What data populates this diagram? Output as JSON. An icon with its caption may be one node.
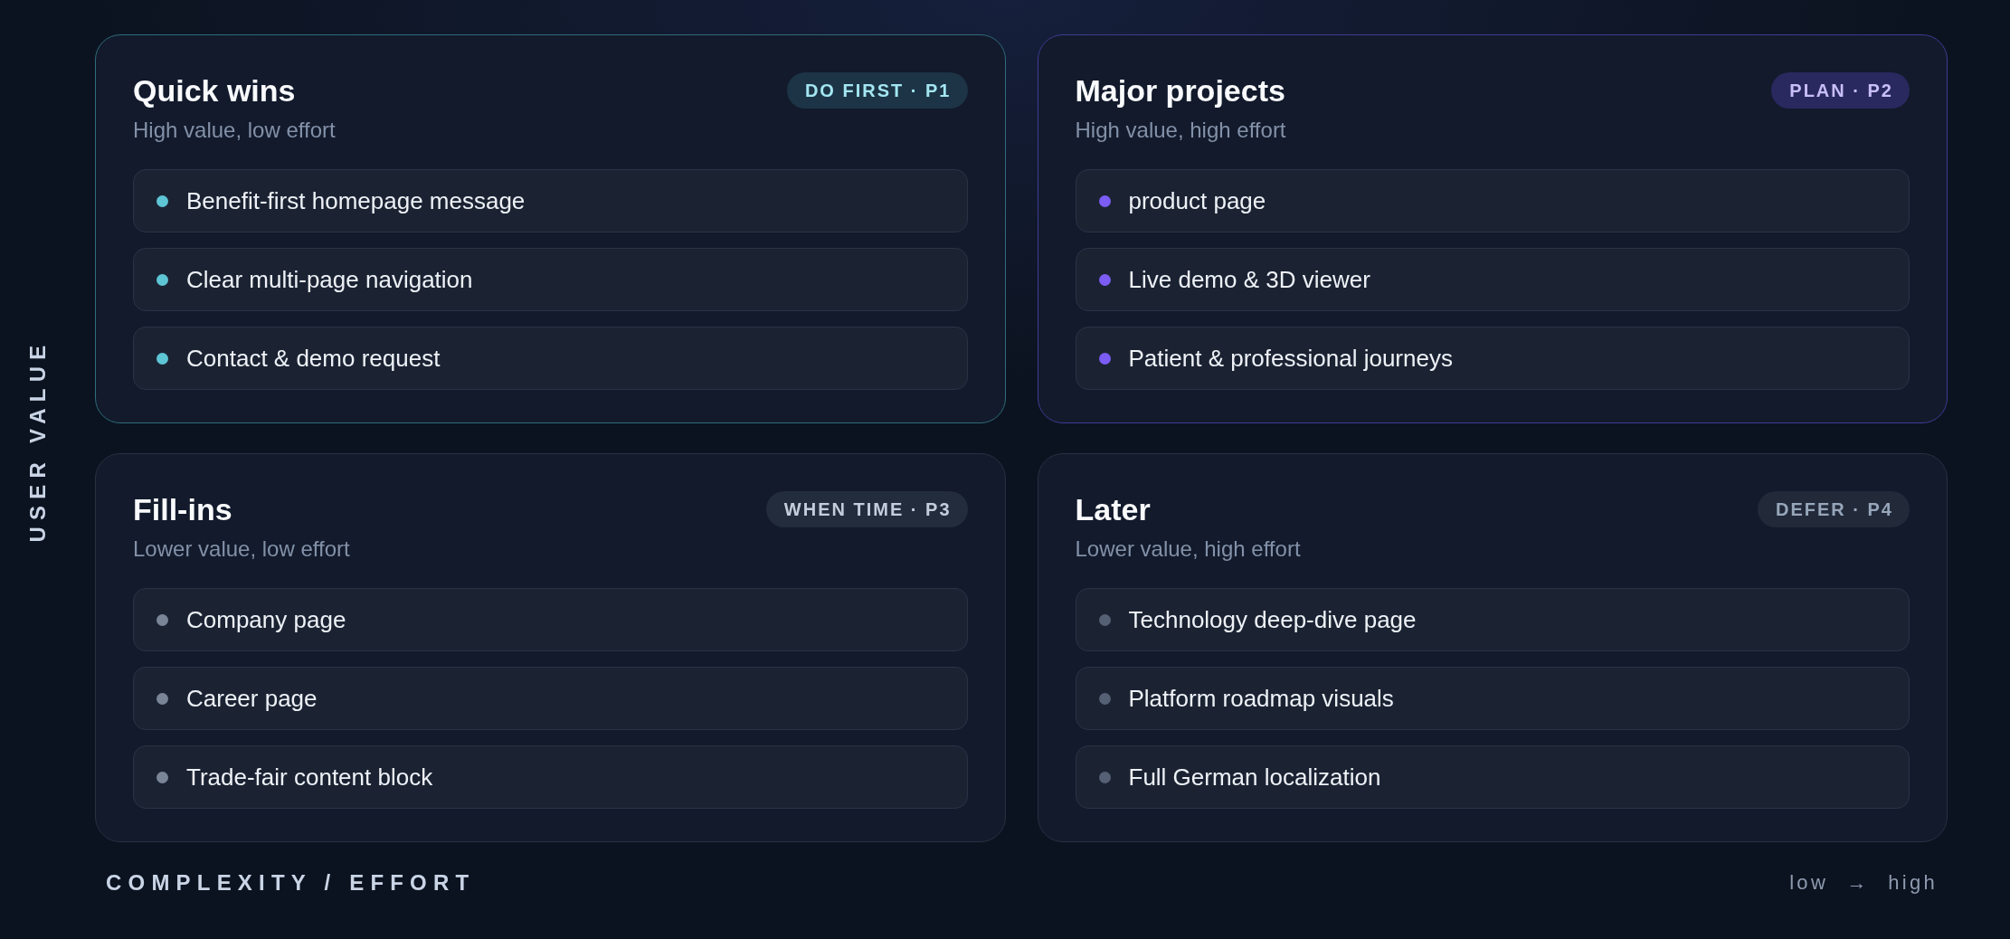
{
  "diagram": {
    "nodes": [
      {
        "text": [
          "Quick wins",
          "High value, low effort"
        ]
      },
      {
        "text": [
          "DO FIRST · P1"
        ],
        "in": 0
      },
      {
        "text": [
          "Benefit-first homepage message"
        ],
        "in": 0
      },
      {
        "text": [
          "Clear multi-page navigation"
        ],
        "in": 0
      },
      {
        "text": [
          "Contact & demo request"
        ],
        "in": 0
      },
      {
        "text": [
          "Major projects",
          "High value, high effort"
        ]
      },
      {
        "text": [
          "PLAN · P2"
        ],
        "in": 5
      },
      {
        "text": [
          "product page"
        ],
        "in": 5
      },
      {
        "text": [
          "Live demo & 3D viewer"
        ],
        "in": 5
      },
      {
        "text": [
          "Patient & professional journeys"
        ],
        "in": 5
      },
      {
        "text": [
          "Fill-ins",
          "Lower value, low effort"
        ]
      },
      {
        "text": [
          "WHEN TIME · P3"
        ],
        "in": 10
      },
      {
        "text": [
          "Company page"
        ],
        "in": 10
      },
      {
        "text": [
          "Career page"
        ],
        "in": 10
      },
      {
        "text": [
          "Trade-fair content block"
        ],
        "in": 10
      },
      {
        "text": [
          "Later",
          "Lower value, high effort"
        ]
      },
      {
        "text": [
          "DEFER · P4"
        ],
        "in": 15
      },
      {
        "text": [
          "Technology deep-dive page"
        ],
        "in": 15
      },
      {
        "text": [
          "Platform roadmap visuals"
        ],
        "in": 15
      },
      {
        "text": [
          "Full German localization"
        ],
        "in": 15
      }
    ],
    "labels": [
      "USER VALUE",
      "COMPLEXITY / EFFORT",
      "low → high"
    ]
  }
}
